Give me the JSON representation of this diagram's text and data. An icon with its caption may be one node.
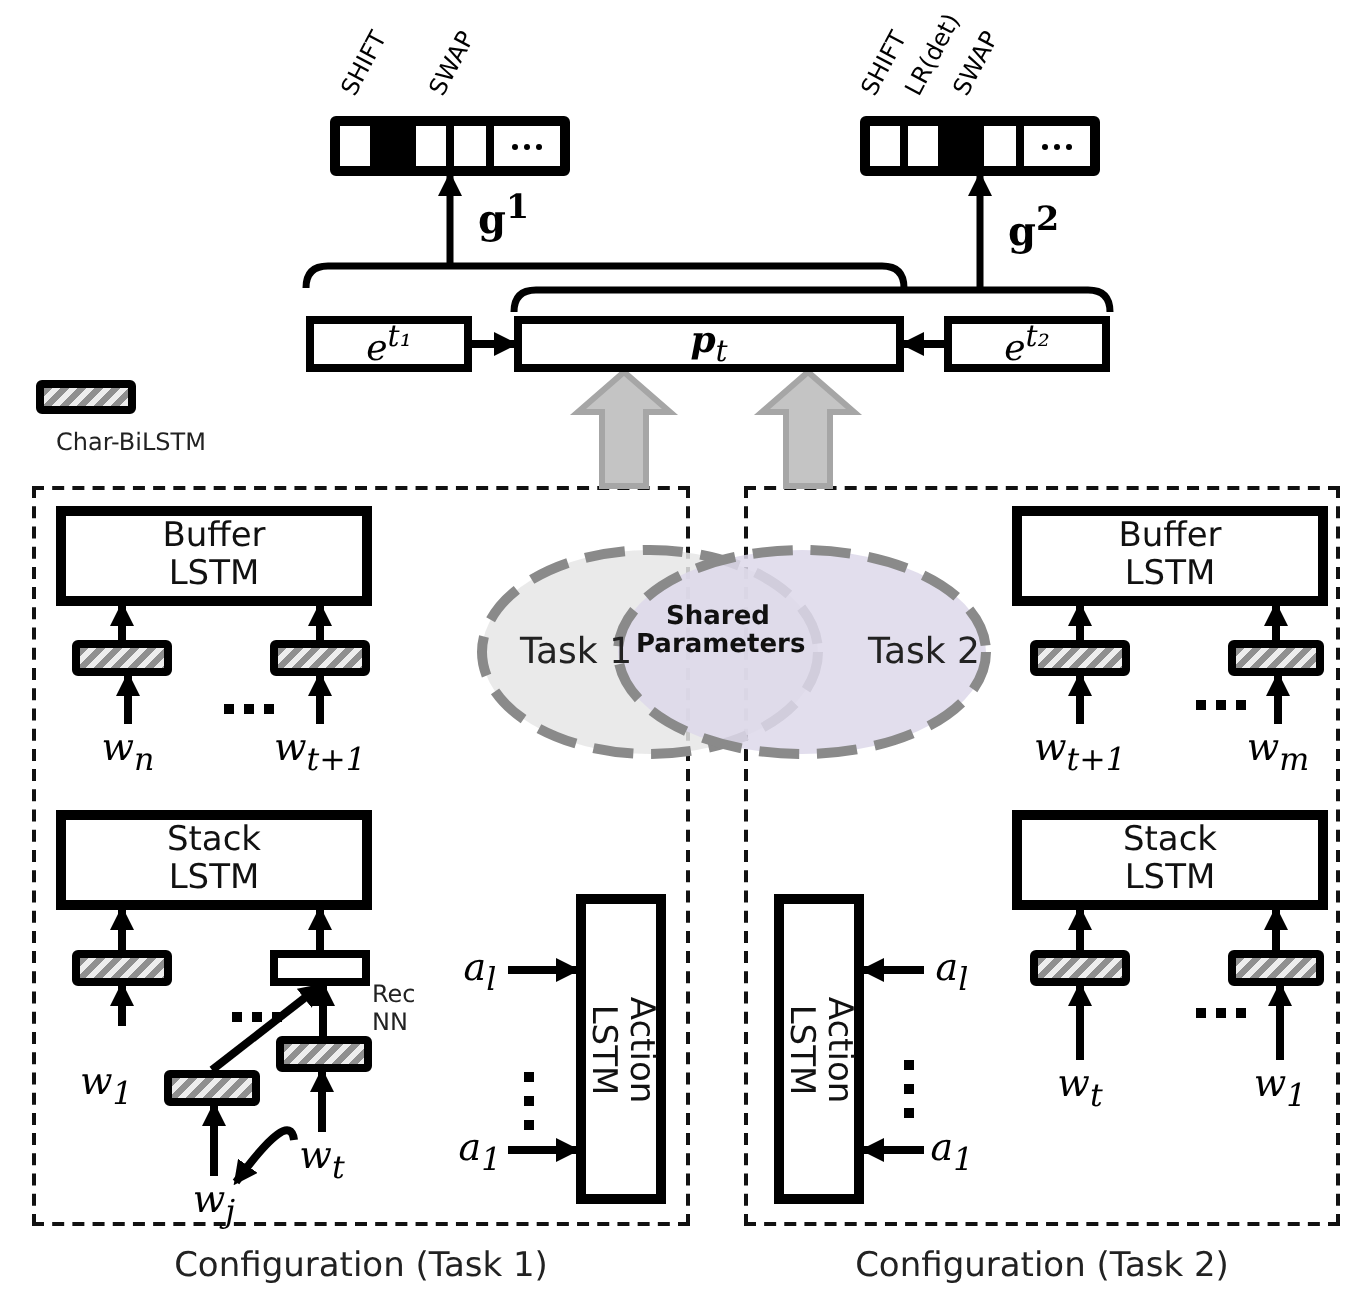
{
  "diagram": {
    "nodes": [
      {
        "text": [],
        "shape": "bar",
        "beside": [
          "SHIFT",
          "SWAP"
        ]
      },
      {
        "text": [],
        "shape": "bar",
        "beside": [
          "SHIFT",
          "LR(det)",
          "SWAP"
        ]
      },
      {
        "text": [
          "e$^{t₁}$"
        ]
      },
      {
        "text": [
          "**p**$_{t}$"
        ]
      },
      {
        "text": [
          "e$^{t₂}$"
        ]
      },
      {
        "text": [
          "Configuration (Task 1)"
        ]
      },
      {
        "text": [
          "Configuration (Task 2)"
        ]
      },
      {
        "text": [
          "Task 1"
        ]
      },
      {
        "text": [
          "Task 2"
        ]
      },
      {
        "text": [
          "Buffer LSTM"
        ],
        "in": 5
      },
      {
        "text": [],
        "shape": "bar",
        "in": 5
      },
      {
        "text": [],
        "shape": "bar",
        "in": 5
      },
      {
        "text": [
          "w$_{n}$"
        ],
        "in": 5
      },
      {
        "text": [
          "w$_{t+1}$"
        ],
        "in": 5
      },
      {
        "text": [
          "Stack LSTM"
        ],
        "in": 5
      },
      {
        "text": [],
        "shape": "bar",
        "in": 5
      },
      {
        "text": [],
        "shape": "box",
        "beside": [
          "Rec NN"
        ],
        "in": 5
      },
      {
        "text": [],
        "shape": "bar",
        "in": 5
      },
      {
        "text": [],
        "shape": "bar",
        "beside": [
          "w$_{1}$"
        ],
        "in": 5
      },
      {
        "text": [
          "w$_{t}$"
        ],
        "in": 5
      },
      {
        "text": [
          "w$_{j}$"
        ],
        "in": 5
      },
      {
        "text": [
          "Action LSTM"
        ],
        "in": 5
      },
      {
        "text": [
          "a$_{l}$"
        ],
        "in": 5
      },
      {
        "text": [
          "a$_{1}$"
        ],
        "in": 5
      },
      {
        "text": [
          "Buffer LSTM"
        ],
        "in": 6
      },
      {
        "text": [],
        "shape": "bar",
        "in": 6
      },
      {
        "text": [],
        "shape": "bar",
        "in": 6
      },
      {
        "text": [
          "w$_{t+1}$"
        ],
        "in": 6
      },
      {
        "text": [
          "w$_{m}$"
        ],
        "in": 6
      },
      {
        "text": [
          "Stack LSTM"
        ],
        "in": 6
      },
      {
        "text": [],
        "shape": "bar",
        "in": 6
      },
      {
        "text": [],
        "shape": "bar",
        "in": 6
      },
      {
        "text": [
          "w$_{t}$"
        ],
        "in": 6
      },
      {
        "text": [
          "w$_{1}$"
        ],
        "in": 6
      },
      {
        "text": [
          "Action LSTM"
        ],
        "in": 6
      },
      {
        "text": [
          "a$_{l}$"
        ],
        "in": 6
      },
      {
        "text": [
          "a$_{1}$"
        ],
        "in": 6
      }
    ],
    "edges": [
      {
        "from": 2,
        "to": 0,
        "arrow": "to",
        "label": "g$^{1}$"
      },
      {
        "from": 3,
        "to": 0,
        "arrow": "to"
      },
      {
        "from": 3,
        "to": 1,
        "arrow": "to",
        "label": "g$^{2}$"
      },
      {
        "from": 4,
        "to": 1,
        "arrow": "to"
      },
      {
        "from": 2,
        "to": 3,
        "arrow": "to"
      },
      {
        "from": 4,
        "to": 3,
        "arrow": "to"
      },
      {
        "from": 5,
        "to": 3,
        "arrow": "to",
        "style": "thick",
        "color": "#a6a6a6"
      },
      {
        "from": 6,
        "to": 3,
        "arrow": "to",
        "style": "thick",
        "color": "#a6a6a6"
      },
      {
        "from": 10,
        "to": 9,
        "arrow": "to"
      },
      {
        "from": 11,
        "to": 9,
        "arrow": "to"
      },
      {
        "from": 12,
        "to": 10,
        "arrow": "to"
      },
      {
        "from": 13,
        "to": 11,
        "arrow": "to"
      },
      {
        "from": 15,
        "to": 14,
        "arrow": "to"
      },
      {
        "from": 16,
        "to": 14,
        "arrow": "to"
      },
      {
        "from": 17,
        "to": 16,
        "arrow": "to"
      },
      {
        "from": 18,
        "to": 16,
        "arrow": "to"
      },
      {
        "from": null,
        "to": 15,
        "arrow": "to"
      },
      {
        "from": 19,
        "to": 17,
        "arrow": "to"
      },
      {
        "from": 20,
        "to": 18,
        "arrow": "to"
      },
      {
        "from": 19,
        "to": 20,
        "arrow": "to"
      },
      {
        "from": 22,
        "to": 21,
        "arrow": "to"
      },
      {
        "from": 23,
        "to": 21,
        "arrow": "to"
      },
      {
        "from": 25,
        "to": 24,
        "arrow": "to"
      },
      {
        "from": 26,
        "to": 24,
        "arrow": "to"
      },
      {
        "from": 27,
        "to": 25,
        "arrow": "to"
      },
      {
        "from": 28,
        "to": 26,
        "arrow": "to"
      },
      {
        "from": 30,
        "to": 29,
        "arrow": "to"
      },
      {
        "from": 31,
        "to": 29,
        "arrow": "to"
      },
      {
        "from": 32,
        "to": 30,
        "arrow": "to"
      },
      {
        "from": 33,
        "to": 31,
        "arrow": "to"
      },
      {
        "from": 35,
        "to": 34,
        "arrow": "to"
      },
      {
        "from": 36,
        "to": 34,
        "arrow": "to"
      }
    ],
    "labels": [
      "Shared Parameters"
    ],
    "legend": [
      {
        "text": "Char-BiLSTM"
      }
    ]
  }
}
